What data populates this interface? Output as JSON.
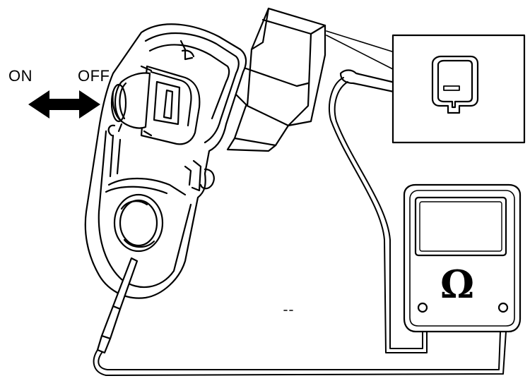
{
  "labels": {
    "on": "ON",
    "off": "OFF",
    "ohm_symbol": "Ω"
  },
  "icons": {
    "arrow": "double-arrow-icon",
    "meter": "ohmmeter-icon",
    "connector": "connector-icon"
  },
  "colors": {
    "ink": "#000000",
    "paper": "#ffffff"
  }
}
